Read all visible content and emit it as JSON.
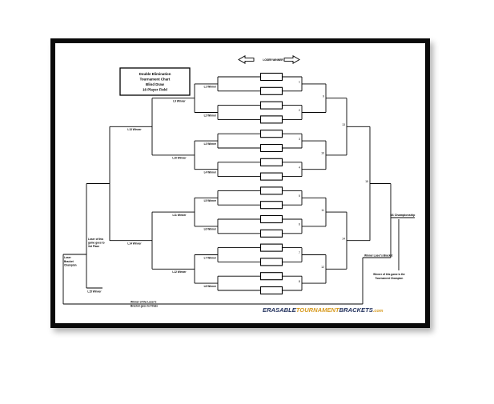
{
  "title_box": {
    "lines": [
      "Double Elimination",
      "Tournament Chart",
      "Blind Draw",
      "16 Player Field"
    ]
  },
  "legend": {
    "left": "LOSER",
    "right": "WINNER"
  },
  "winners_bracket": {
    "round1_labels": [
      "1",
      "2",
      "3",
      "4",
      "5",
      "6",
      "7",
      "8"
    ],
    "round2_labels": [
      "9",
      "10",
      "11",
      "12"
    ],
    "round3_labels": [
      "13",
      "14"
    ],
    "final_label": "15",
    "championship_label": "16 Championship"
  },
  "losers_bracket": {
    "round1_labels": [
      "L1 Winner",
      "L2 Winner",
      "L3 Winner",
      "L4 Winner",
      "L5 Winner",
      "L6 Winner",
      "L7 Winner",
      "L8 Winner"
    ],
    "round2_labels": [
      "L9 Winner",
      "L10 Winner",
      "L11 Winner",
      "L12 Winner"
    ],
    "round3_labels": [
      "L13 Winner",
      "L14 Winner"
    ],
    "final_label": "L15 Winner"
  },
  "notes": {
    "third_place": [
      "Loser of this",
      "game goes to",
      "3rd Place"
    ],
    "lb_champion": [
      "Loser",
      "Bracket",
      "Champion"
    ],
    "lb_winner_note": [
      "Winner of the Loser's",
      "Bracket goes to Finals"
    ],
    "wb_vs_lb": "Winner Loser's Bracket",
    "champion_note": [
      "Winner of this game is the",
      "Tournament Champion"
    ]
  },
  "brand": {
    "part1": "ERASABLE",
    "part2": "TOURNAMENT",
    "part3": "BRACKETS",
    "part4": ".com"
  },
  "colors": {
    "navy": "#1e2d5a",
    "gold": "#d79a1f"
  }
}
